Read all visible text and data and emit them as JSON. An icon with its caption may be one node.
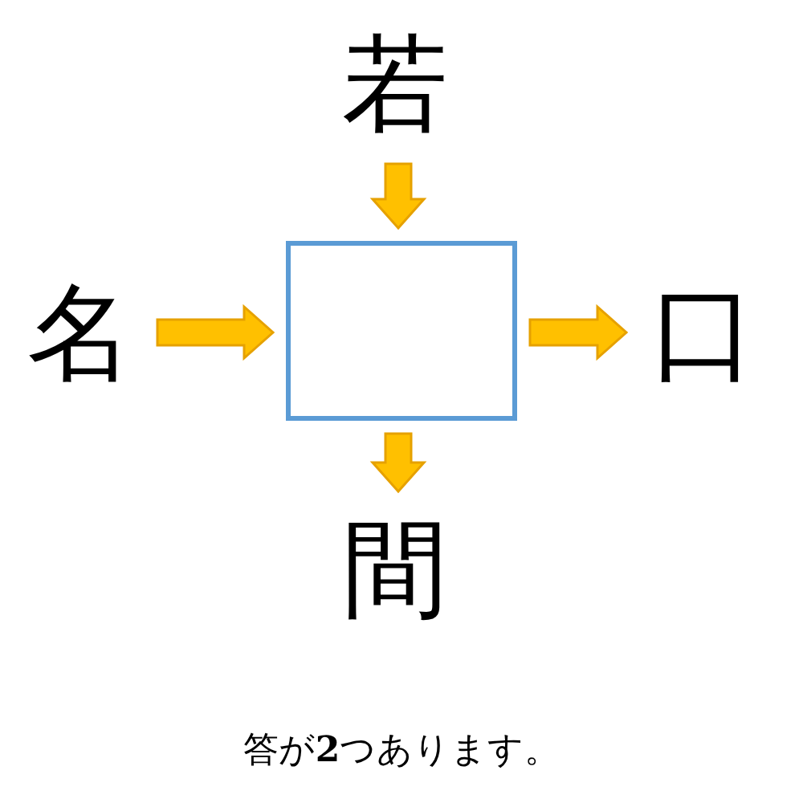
{
  "diagram": {
    "nodes": [
      {
        "text": [
          "若"
        ]
      },
      {
        "text": [
          "名"
        ]
      },
      {
        "text": [],
        "shape": "box"
      },
      {
        "text": [
          "口"
        ]
      },
      {
        "text": [
          "間"
        ]
      }
    ],
    "edges": [
      {
        "from": 0,
        "to": 2,
        "arrow": "to"
      },
      {
        "from": 1,
        "to": 2,
        "arrow": "to"
      },
      {
        "from": 2,
        "to": 3,
        "arrow": "to"
      },
      {
        "from": 2,
        "to": 4,
        "arrow": "to"
      }
    ],
    "labels": [
      "答が**2**つあります。"
    ]
  }
}
